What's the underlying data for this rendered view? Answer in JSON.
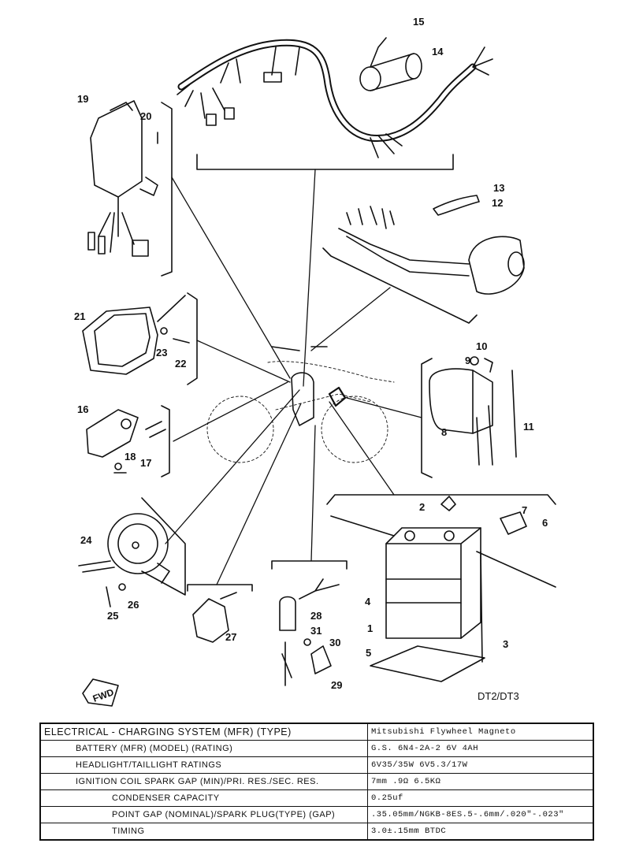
{
  "diagram": {
    "model_label": "DT2/DT3",
    "forward_label": "FWD",
    "callouts": [
      "1",
      "2",
      "3",
      "4",
      "5",
      "6",
      "7",
      "8",
      "9",
      "10",
      "11",
      "12",
      "13",
      "14",
      "15",
      "16",
      "17",
      "18",
      "19",
      "20",
      "21",
      "22",
      "23",
      "24",
      "25",
      "26",
      "27",
      "28",
      "29",
      "30",
      "31"
    ]
  },
  "table": {
    "rows": [
      {
        "label": "ELECTRICAL  - CHARGING SYSTEM (MFR) (TYPE)",
        "value": "Mitsubishi      Flywheel Magneto"
      },
      {
        "label": "BATTERY (MFR) (MODEL) (RATING)",
        "value": "G.S. 6N4-2A-2          6V 4AH"
      },
      {
        "label": "HEADLIGHT/TAILLIGHT RATINGS",
        "value": "6V35/35W        6V5.3/17W"
      },
      {
        "label": "IGNITION COIL SPARK GAP (MIN)/PRI. RES./SEC. RES.",
        "value": "7mm        .9Ω          6.5KΩ"
      },
      {
        "label": "CONDENSER CAPACITY",
        "value": "0.25uf"
      },
      {
        "label": "POINT GAP (NOMINAL)/SPARK PLUG(TYPE) (GAP)",
        "value": ".35.05mm/NGKB-8ES.5-.6mm/.020\"-.023\""
      },
      {
        "label": "TIMING",
        "value": "3.0±.15mm BTDC"
      }
    ]
  }
}
